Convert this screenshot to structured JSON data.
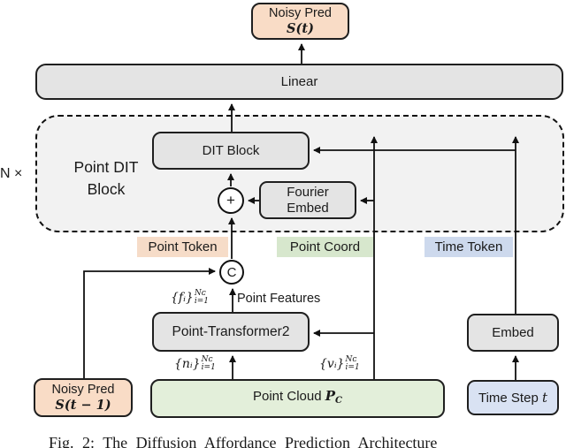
{
  "nodes": {
    "noisy_pred_out": {
      "title": "Noisy Pred",
      "math": "S(t)"
    },
    "linear": {
      "label": "Linear"
    },
    "dit_block": {
      "label": "DIT Block"
    },
    "fourier_embed": {
      "line1": "Fourier",
      "line2": "Embed"
    },
    "point_transformer": {
      "label": "Point-Transformer2"
    },
    "embed": {
      "label": "Embed"
    },
    "noisy_pred_in": {
      "title": "Noisy Pred",
      "math": "S(t − 1)"
    },
    "point_cloud": {
      "label": "Point Cloud",
      "symbol": "P",
      "symbol_sub": "C"
    },
    "time_step": {
      "label": "Time Step",
      "symbol": "t"
    }
  },
  "operators": {
    "add": "+",
    "concat": "C"
  },
  "tags": {
    "point_token": "Point Token",
    "point_coord": "Point Coord",
    "time_token": "Time Token"
  },
  "annotations": {
    "repeat": "N ×",
    "block_title_line1": "Point DIT",
    "block_title_line2": "Block",
    "point_features": "Point Features",
    "f_set": {
      "main": "{fᵢ}",
      "sup": "Nᴄ",
      "sub": "i=1"
    },
    "n_set": {
      "main": "{nᵢ}",
      "sup": "Nᴄ",
      "sub": "i=1"
    },
    "v_set": {
      "main": "{vᵢ}",
      "sup": "Nᴄ",
      "sub": "i=1"
    }
  },
  "caption": "Fig. 2: The Diffusion Affordance Prediction Architecture",
  "colors": {
    "peach_fill": "#f9dcc6",
    "peach_tag": "#f6dcc8",
    "green_fill": "#e3efda",
    "green_tag": "#d7e7cd",
    "blue_fill": "#d9e2f3",
    "blue_tag": "#cdd9ed",
    "gray_fill": "#e4e4e4",
    "block_bg": "#f2f2f2",
    "line": "#111111"
  }
}
